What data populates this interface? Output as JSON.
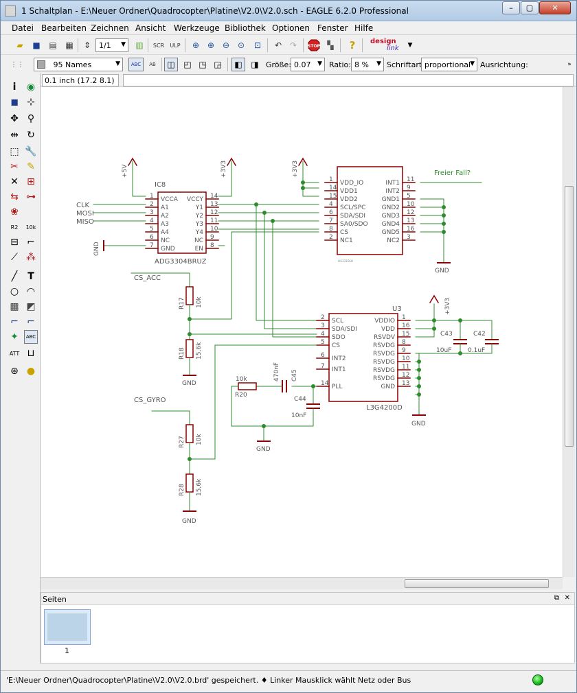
{
  "window": {
    "title": "1 Schaltplan - E:\\Neuer Ordner\\Quadrocopter\\Platine\\V2.0\\V2.0.sch - EAGLE 6.2.0 Professional",
    "btn_min": "–",
    "btn_max": "▢",
    "btn_close": "✕"
  },
  "menu": [
    "Datei",
    "Bearbeiten",
    "Zeichnen",
    "Ansicht",
    "Werkzeuge",
    "Bibliothek",
    "Optionen",
    "Fenster",
    "Hilfe"
  ],
  "toolbar1": {
    "sheet_select": "1/1",
    "brand_top": "design",
    "brand_bottom": "link"
  },
  "toolbar2": {
    "layer_select": "95 Names",
    "abc_label": "ABC",
    "ab_label": "AB",
    "size_label": "Größe:",
    "size_value": "0.07",
    "ratio_label": "Ratio:",
    "ratio_value": "8 %",
    "font_label": "Schriftart:",
    "font_value": "proportional",
    "align_label": "Ausrichtung:"
  },
  "cmd": {
    "coord": "0.1 inch (17.2 8.1)"
  },
  "pages": {
    "header": "Seiten",
    "thumb_label": "1"
  },
  "status": {
    "text": "'E:\\Neuer Ordner\\Quadrocopter\\Platine\\V2.0\\V2.0.brd' gespeichert.  ♦ Linker Mausklick wählt Netz oder Bus"
  },
  "schematic": {
    "ic8_name": "IC8",
    "ic8_value": "ADG3304BRUZ",
    "u3_name": "U3",
    "u3_value": "L3G4200D",
    "acc_value": "LIS331DLH",
    "net_freier_fall": "Freier Fall?",
    "net_cs_acc": "CS_ACC",
    "net_cs_gyro": "CS_GYRO",
    "net_clk": "CLK",
    "net_mosi": "MOSI",
    "net_miso": "MISO",
    "sup_5v": "+5V",
    "sup_3v3": "+3V3",
    "gnd": "GND",
    "r17": "R17",
    "r17_val": "10k",
    "r18": "R18",
    "r18_val": "15,6k",
    "r27": "R27",
    "r27_val": "10k",
    "r28": "R28",
    "r28_val": "15,6k",
    "r20": "R20",
    "r20_val": "10k",
    "c45": "C45",
    "c45_val": "470nF",
    "c44": "C44",
    "c44_val": "10nF",
    "c43": "C43",
    "c43_val": "10uF",
    "c42": "C42",
    "c42_val": "0.1uF",
    "ic8_left": [
      "VCCA",
      "A1",
      "A2",
      "A3",
      "A4",
      "NC",
      "GND"
    ],
    "ic8_right": [
      "VCCY",
      "Y1",
      "Y2",
      "Y3",
      "Y4",
      "NC",
      "EN"
    ],
    "ic8_lnum": [
      "1",
      "2",
      "3",
      "4",
      "5",
      "6",
      "7"
    ],
    "ic8_rnum": [
      "14",
      "13",
      "12",
      "11",
      "10",
      "9",
      "8"
    ],
    "acc_left": [
      "VDD_IO",
      "VDD1",
      "VDD2",
      "SCL/SPC",
      "SDA/SDI",
      "SA0/SDO",
      "CS",
      "NC1"
    ],
    "acc_right": [
      "INT1",
      "INT2",
      "GND1",
      "GND2",
      "GND3",
      "GND4",
      "GND5",
      "NC2"
    ],
    "acc_lnum": [
      "1",
      "14",
      "15",
      "4",
      "6",
      "7",
      "8",
      "2"
    ],
    "acc_rnum": [
      "11",
      "9",
      "5",
      "10",
      "12",
      "13",
      "16",
      "3"
    ],
    "u3_left": [
      "SCL",
      "SDA/SDI",
      "SDO",
      "CS",
      "INT2",
      "INT1",
      "PLL"
    ],
    "u3_right": [
      "VDDIO",
      "VDD",
      "RSVDV",
      "RSVDG",
      "RSVDG",
      "RSVDG",
      "RSVDG",
      "RSVDG",
      "GND"
    ],
    "u3_lnum": [
      "2",
      "3",
      "4",
      "5",
      "6",
      "7",
      "14"
    ],
    "u3_rnum": [
      "1",
      "16",
      "15",
      "8",
      "9",
      "10",
      "11",
      "12",
      "13"
    ]
  }
}
